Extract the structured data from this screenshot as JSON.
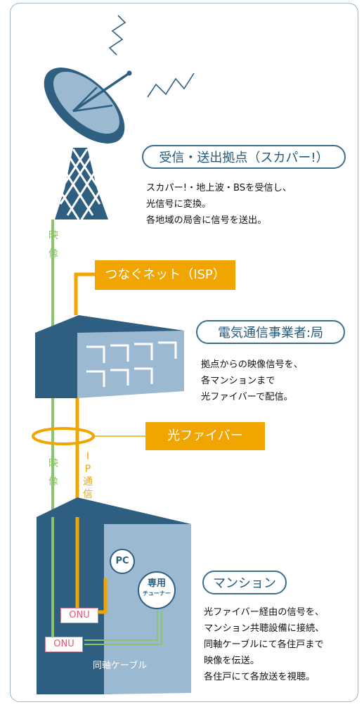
{
  "reception": {
    "title": "受信・送出拠点（スカパー!）",
    "lines": [
      "スカパー!・地上波・BSを受信し、",
      "光信号に変換。",
      "各地域の局舎に信号を送出。"
    ]
  },
  "isp": {
    "label": "つなぐネット（ISP）"
  },
  "telecom": {
    "title": "電気通信事業者:局",
    "lines": [
      "拠点からの映像信号を、",
      "各マンションまで",
      "光ファイバーで配信。"
    ]
  },
  "fiber": {
    "label": "光ファイバー"
  },
  "mansion": {
    "title": "マンション",
    "lines": [
      "光ファイバー経由の信号を、",
      "マンション共聴設備に接続、",
      "同軸ケーブルにて各住戸まで",
      "映像を伝送。",
      "各住戸にて各放送を視聴。"
    ]
  },
  "vertical_labels": {
    "video_upper": [
      "映",
      "像"
    ],
    "video_lower": [
      "映",
      "像"
    ],
    "ip": [
      "I",
      "P",
      "通",
      "信"
    ]
  },
  "devices": {
    "onu_1": "ONU",
    "onu_2": "ONU",
    "pc": "PC",
    "tuner_line1": "専用",
    "tuner_line2": "チューナー",
    "coax_label": "同軸ケーブル"
  },
  "colors": {
    "navy": "#2f5f80",
    "steel": "#6f97b4",
    "light_blue": "#9bb9d0",
    "orange": "#f0a500",
    "green": "#8cc36e",
    "pink": "#e05a7a"
  }
}
